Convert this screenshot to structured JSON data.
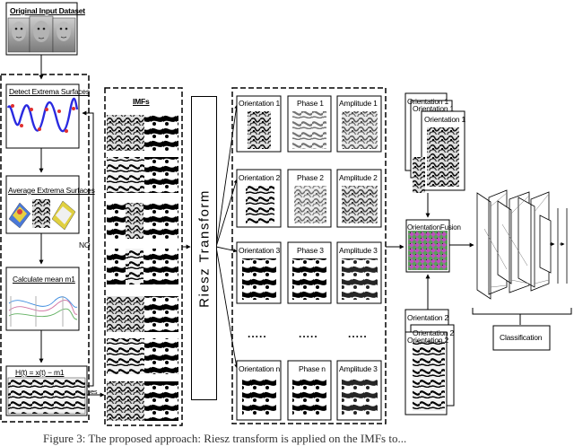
{
  "input": {
    "title": "Original Input Dataset"
  },
  "decomposition": {
    "step1": "Detect Extrema Surfaces",
    "step2": "Average Extrema Surfaces",
    "step3": "Calculate mean m1",
    "step4": "H(t) = x(t) − m1",
    "no_label": "NO",
    "yes_label": "yes"
  },
  "imfs": {
    "title": "IMFs"
  },
  "riesz": {
    "title": "Riesz Transform"
  },
  "components": {
    "rows": [
      {
        "orientation": "Orientation 1",
        "phase": "Phase 1",
        "amplitude": "Amplitude 1"
      },
      {
        "orientation": "Orientation 2",
        "phase": "Phase 2",
        "amplitude": "Amplitude 2"
      },
      {
        "orientation": "Orientation 3",
        "phase": "Phase 3",
        "amplitude": "Amplitude 3"
      },
      {
        "orientation": "Orientation n",
        "phase": "Phase n",
        "amplitude": "Amplitude 3"
      }
    ],
    "ellipsis": "....."
  },
  "fusion": {
    "stack_top": [
      "Orientation 1",
      "Orientation 1",
      "Orientation 1"
    ],
    "label": "OrientationFusion",
    "stack_bottom": [
      "Orientation 2",
      "Orientation 2",
      "Orientation 2"
    ]
  },
  "classification": {
    "label": "Classification"
  },
  "caption": "Figure 3: The proposed approach: Riesz transform is applied on the IMFs to..."
}
